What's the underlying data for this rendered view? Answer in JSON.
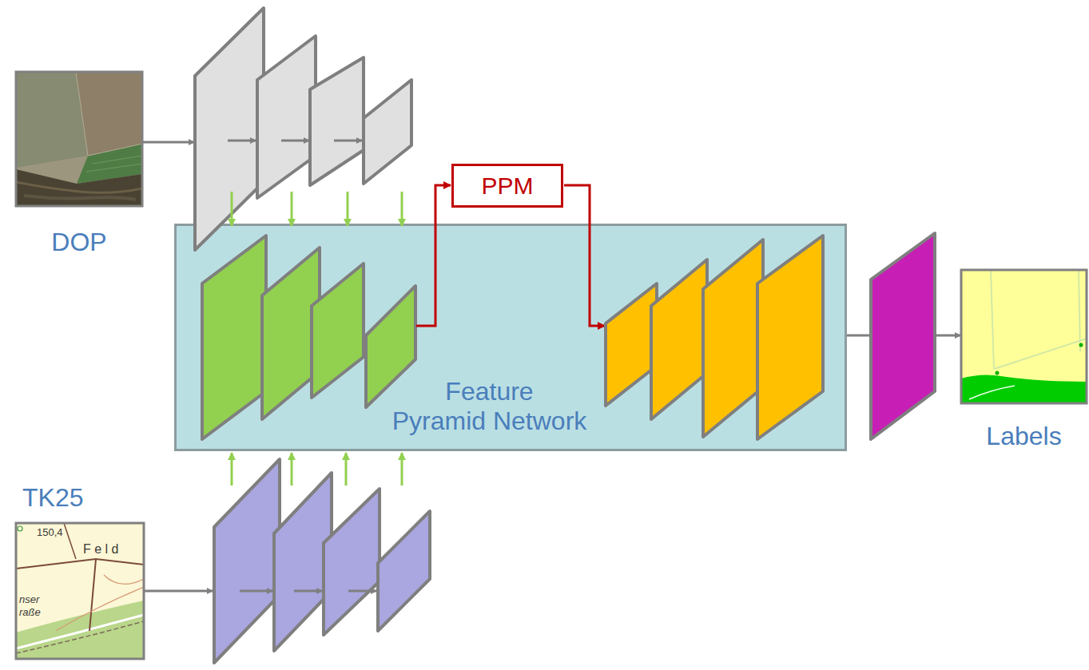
{
  "diagram": {
    "nodes": [
      {
        "text": [
          "DOP"
        ]
      },
      {
        "text": [
          "PPM"
        ]
      },
      {
        "text": [
          "Feature Pyramid Network"
        ]
      },
      {
        "text": [
          "TK25"
        ]
      },
      {
        "text": [
          "Labels"
        ]
      }
    ],
    "labels": [
      "150,4",
      "F e l d",
      "nser",
      "raße"
    ]
  }
}
